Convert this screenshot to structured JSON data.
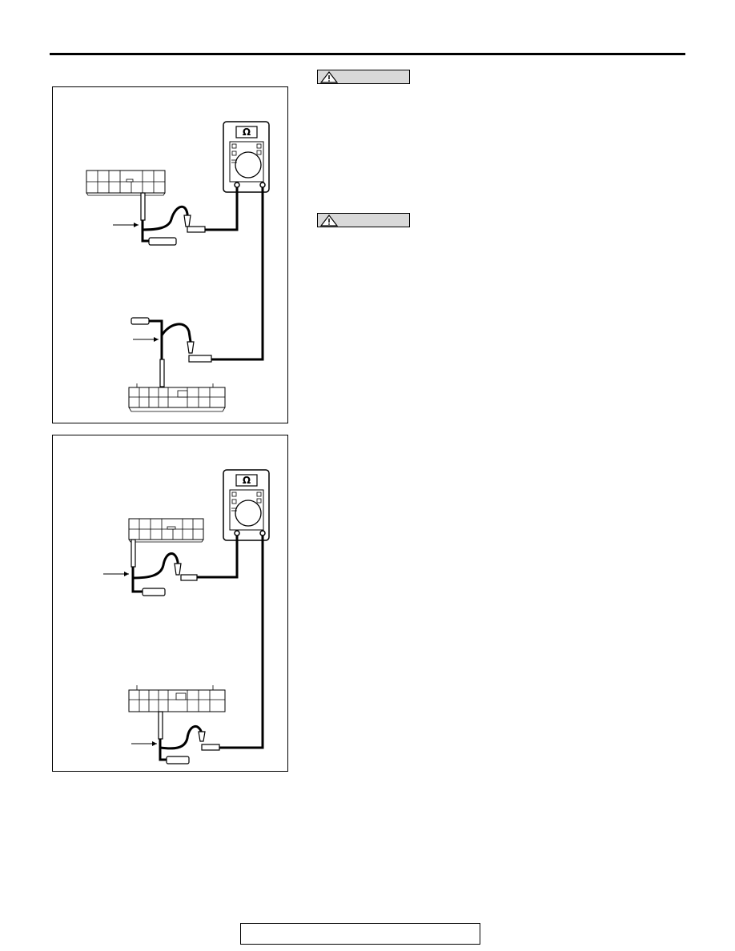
{
  "page": {
    "header": {
      "rule": "header-rule"
    },
    "cautions": [
      {
        "icon": "warning-triangle-icon",
        "label": ""
      },
      {
        "icon": "warning-triangle-icon",
        "label": ""
      }
    ],
    "figures": [
      {
        "name": "resistance-check-diagram-1",
        "meter_symbol": "Ω",
        "parts": [
          "ohmmeter-icon",
          "harness-connector",
          "test-probe",
          "jumper-lead"
        ]
      },
      {
        "name": "resistance-check-diagram-2",
        "meter_symbol": "Ω",
        "parts": [
          "ohmmeter-icon",
          "harness-connector",
          "test-probe",
          "jumper-lead"
        ]
      }
    ],
    "footer": {
      "text": ""
    }
  }
}
